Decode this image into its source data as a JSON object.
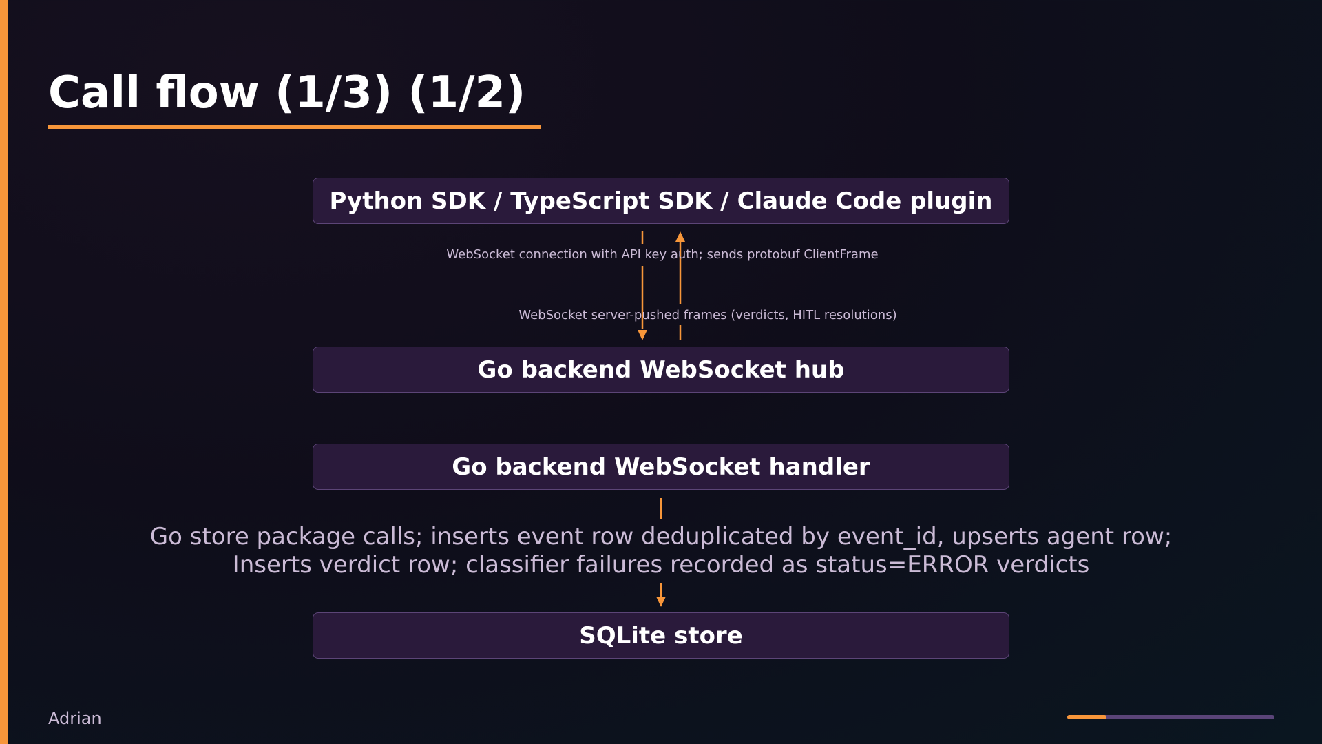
{
  "slide": {
    "title": "Call flow (1/3) (1/2)",
    "footer_author": "Adrian",
    "progress": 0.19
  },
  "diagram": {
    "nodes": [
      {
        "id": "sdk",
        "label": "Python SDK / TypeScript SDK / Claude Code plugin"
      },
      {
        "id": "hub",
        "label": "Go backend WebSocket hub"
      },
      {
        "id": "handler",
        "label": "Go backend WebSocket handler"
      },
      {
        "id": "store",
        "label": "SQLite store"
      }
    ],
    "edges": [
      {
        "from": "sdk",
        "to": "hub",
        "label": "WebSocket connection with API key auth; sends protobuf ClientFrame"
      },
      {
        "from": "hub",
        "to": "sdk",
        "label": "WebSocket server-pushed frames (verdicts, HITL resolutions)"
      },
      {
        "from": "handler",
        "to": "store",
        "label_lines": [
          "Go store package calls; inserts event row deduplicated by event_id, upserts agent row;",
          "Inserts verdict row; classifier failures recorded as status=ERROR verdicts"
        ]
      }
    ]
  },
  "colors": {
    "accent": "#f7963a",
    "node_fill": "#2a1a3b",
    "node_border": "#5c4577",
    "label_text": "#cbbbd6",
    "progress_track": "#5a4478"
  }
}
